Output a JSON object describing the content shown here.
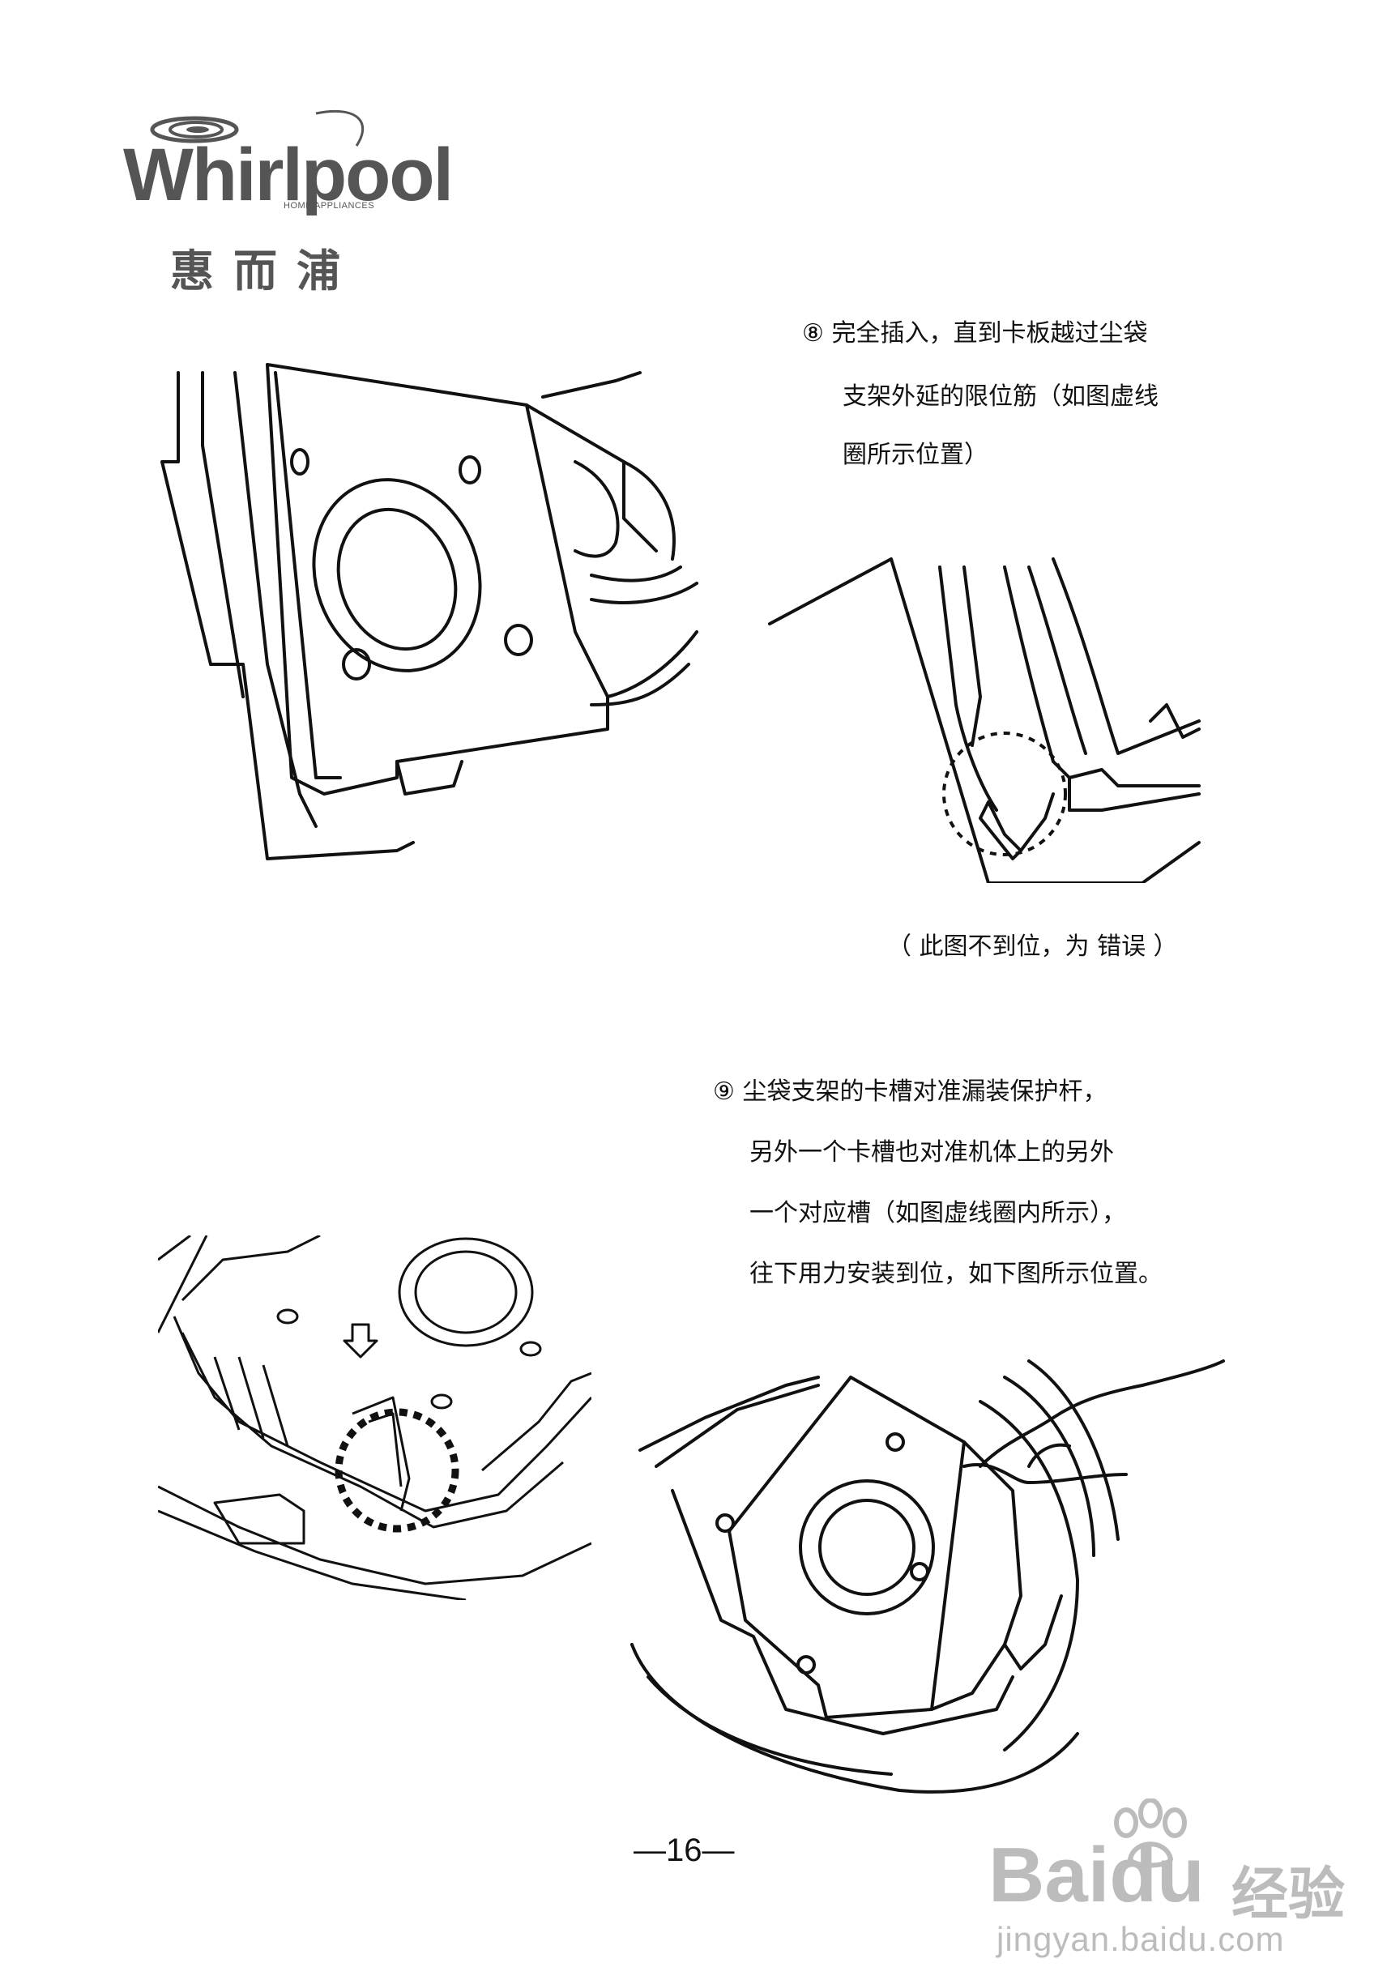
{
  "brand": {
    "wordmark": "Whirlpool",
    "subline": "HOME APPLIANCES",
    "chinese": "惠而浦"
  },
  "step8": {
    "marker": "⑧",
    "lines": [
      "完全插入，直到卡板越过尘袋",
      "支架外延的限位筋（如图虚线",
      "圈所示位置）"
    ],
    "caption": "（ 此图不到位，为 错误 ）"
  },
  "step9": {
    "marker": "⑨",
    "lines": [
      "尘袋支架的卡槽对准漏装保护杆，",
      "另外一个卡槽也对准机体上的另外",
      "一个对应槽（如图虚线圈内所示），",
      "往下用力安装到位，如下图所示位置。"
    ]
  },
  "page_number": "—16—",
  "watermark": {
    "brand": "Bai",
    "brand_du": "du",
    "product": "经验",
    "url": "jingyan.baidu.com"
  }
}
